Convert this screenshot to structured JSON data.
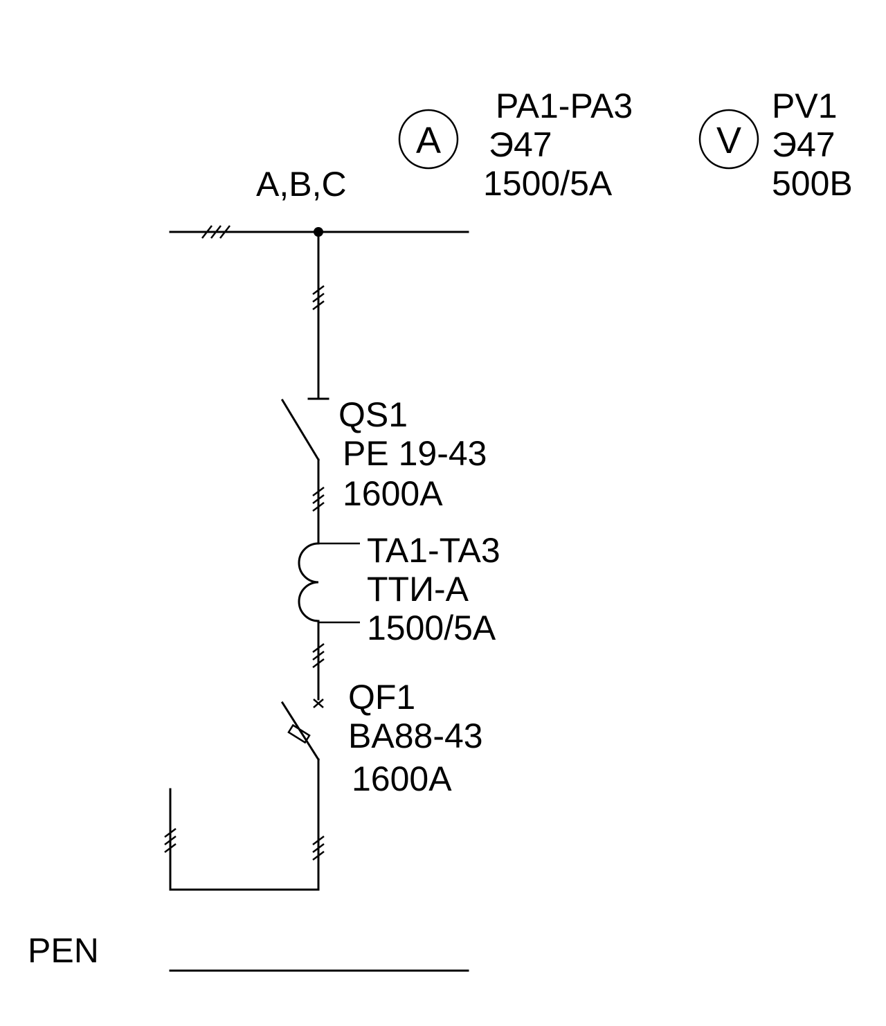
{
  "bus": {
    "phases_label": "A,B,C"
  },
  "ammeter": {
    "symbol": "A",
    "designation": "PA1-PA3",
    "type": "Э47",
    "rating": "1500/5A"
  },
  "voltmeter": {
    "symbol": "V",
    "designation": "PV1",
    "type": "Э47",
    "rating": "500B"
  },
  "disconnector": {
    "designation": "QS1",
    "type": "PE 19-43",
    "rating": "1600A"
  },
  "current_transformer": {
    "designation": "TA1-TA3",
    "type": "ТТИ-А",
    "rating": "1500/5A"
  },
  "breaker": {
    "designation": "QF1",
    "type": "BA88-43",
    "rating": "1600A"
  },
  "pen": {
    "label": "PEN"
  }
}
